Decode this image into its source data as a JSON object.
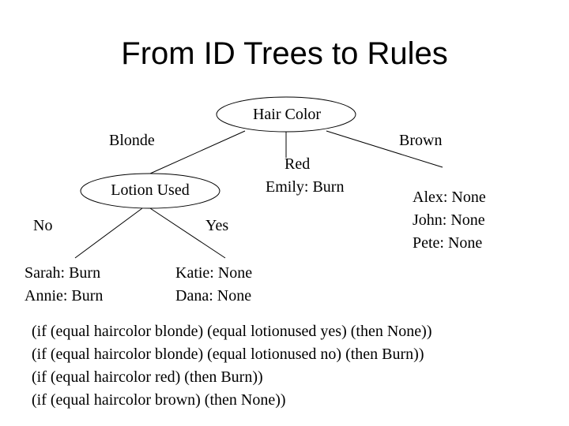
{
  "slide": {
    "title": "From ID Trees to Rules"
  },
  "tree": {
    "root": {
      "label": "Hair Color"
    },
    "branches": {
      "blonde": "Blonde",
      "red": "Red",
      "brown": "Brown"
    },
    "red_leaf": {
      "lines": [
        "Emily: Burn"
      ]
    },
    "brown_leaf": {
      "lines": [
        "Alex: None",
        "John: None",
        "Pete:  None"
      ]
    },
    "lotion_node": {
      "label": "Lotion Used",
      "branches": {
        "no": "No",
        "yes": "Yes"
      }
    },
    "no_leaf": {
      "lines": [
        "Sarah: Burn",
        "Annie: Burn"
      ]
    },
    "yes_leaf": {
      "lines": [
        "Katie: None",
        "Dana: None"
      ]
    }
  },
  "rules": [
    "(if (equal haircolor blonde) (equal lotionused yes) (then None))",
    "(if (equal haircolor blonde) (equal lotionused no) (then Burn))",
    "(if (equal haircolor red) (then Burn))",
    "(if (equal haircolor brown) (then None))"
  ]
}
